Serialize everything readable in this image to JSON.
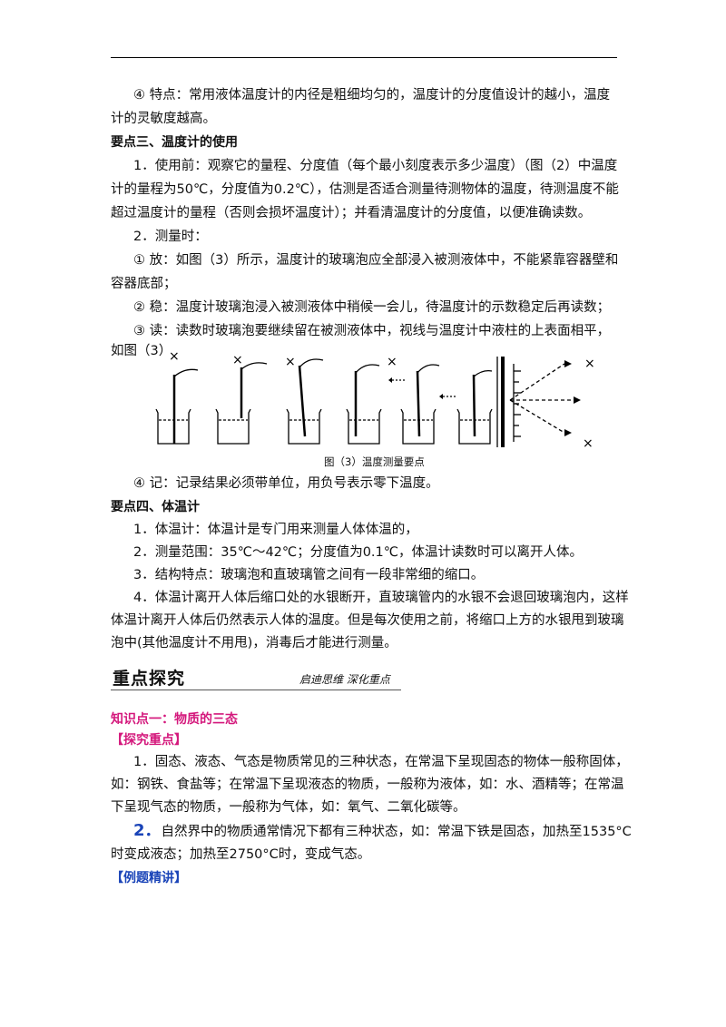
{
  "feature_line1": "④  特点：常用液体温度计的内径是粗细均匀的，温度计的分度值设计的越小，温度",
  "feature_line2": "计的灵敏度越高。",
  "section3_title": "要点三、温度计的使用",
  "s3_p1_l1": "1．使用前：观察它的量程、分度值（每个最小刻度表示多少温度）（图（2）中温度",
  "s3_p1_l2": "计的量程为50℃，分度值为0.2℃），估测是否适合测量待测物体的温度，待测温度不能",
  "s3_p1_l3": "超过温度计的量程（否则会损坏温度计）；并看清温度计的分度值，以便准确读数。",
  "s3_p2": "2．测量时：",
  "s3_p2_a1": "①  放：如图（3）所示，温度计的玻璃泡应全部浸入被测液体中，不能紧靠容器壁和",
  "s3_p2_a2": "容器底部；",
  "s3_p2_b": "②  稳：温度计玻璃泡浸入被测液体中稍候一会儿，待温度计的示数稳定后再读数；",
  "s3_p2_c1": "③  读：读数时玻璃泡要继续留在被测液体中，视线与温度计中液柱的上表面相平，",
  "s3_p2_c2": "如图（3）",
  "fig_caption": "图（3）温度测量要点",
  "s3_p2_d": "④  记：记录结果必须带单位，用负号表示零下温度。",
  "section4_title": "要点四、体温计",
  "s4_p1": "1．体温计：体温计是专门用来测量人体体温的，",
  "s4_p2": "2．测量范围：35℃～42℃；分度值为0.1℃，体温计读数时可以离开人体。",
  "s4_p3": "3．结构特点：玻璃泡和直玻璃管之间有一段非常细的缩口。",
  "s4_p4_l1": "4．体温计离开人体后缩口处的水银断开，直玻璃管内的水银不会退回玻璃泡内，这样",
  "s4_p4_l2": "体温计离开人体后仍然表示人体的温度。但是每次使用之前，将缩口上方的水银甩到玻璃",
  "s4_p4_l3": "泡中(其他温度计不用甩)，消毒后才能进行测量。",
  "banner_title": "重点探究",
  "banner_sub": "启迪思维   深化重点",
  "k1_title": "知识点一：物质的三态",
  "k1_tag": "【探究重点】",
  "k1_p1_l1": "1．固态、液态、气态是物质常见的三种状态，在常温下呈现固态的物体一般称固体，",
  "k1_p1_l2": "如：钢铁、食盐等；在常温下呈现液态的物质，一般称为液体，如：水、酒精等；在常温",
  "k1_p1_l3": "下呈现气态的物质，一般称为气体，如：氧气、二氧化碳等。",
  "k1_p2_num": "2．",
  "k1_p2_l1": "自然界中的物质通常情况下都有三种状态，如：常温下铁是固态，加热至1535°C",
  "k1_p2_l2": "时变成液态；加热至2750°C时，变成气态。",
  "example_tag": "【例题精讲】",
  "mark_x": "×"
}
